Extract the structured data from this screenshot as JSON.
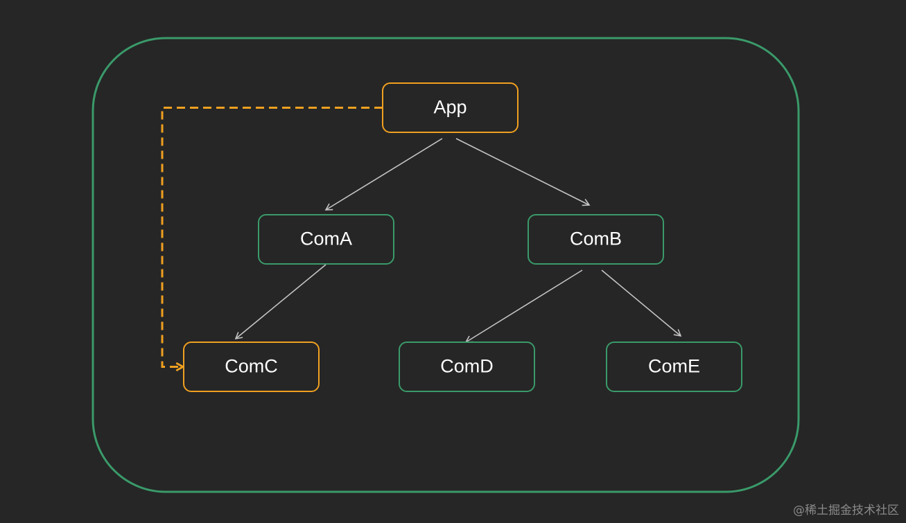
{
  "colors": {
    "background": "#262626",
    "container_border": "#3a9a6a",
    "node_default_border": "#3a9a6a",
    "node_highlight_border": "#f0a020",
    "edge": "#c4c4c4",
    "dashed_link": "#f0a020"
  },
  "nodes": [
    {
      "id": "app",
      "label": "App",
      "highlight": true
    },
    {
      "id": "coma",
      "label": "ComA",
      "highlight": false
    },
    {
      "id": "comb",
      "label": "ComB",
      "highlight": false
    },
    {
      "id": "comc",
      "label": "ComC",
      "highlight": true
    },
    {
      "id": "comd",
      "label": "ComD",
      "highlight": false
    },
    {
      "id": "come",
      "label": "ComE",
      "highlight": false
    }
  ],
  "edges": [
    {
      "from": "app",
      "to": "coma"
    },
    {
      "from": "app",
      "to": "comb"
    },
    {
      "from": "coma",
      "to": "comc"
    },
    {
      "from": "comb",
      "to": "comd"
    },
    {
      "from": "comb",
      "to": "come"
    }
  ],
  "dashed_links": [
    {
      "from": "app",
      "to": "comc"
    }
  ],
  "watermark": "@稀土掘金技术社区"
}
